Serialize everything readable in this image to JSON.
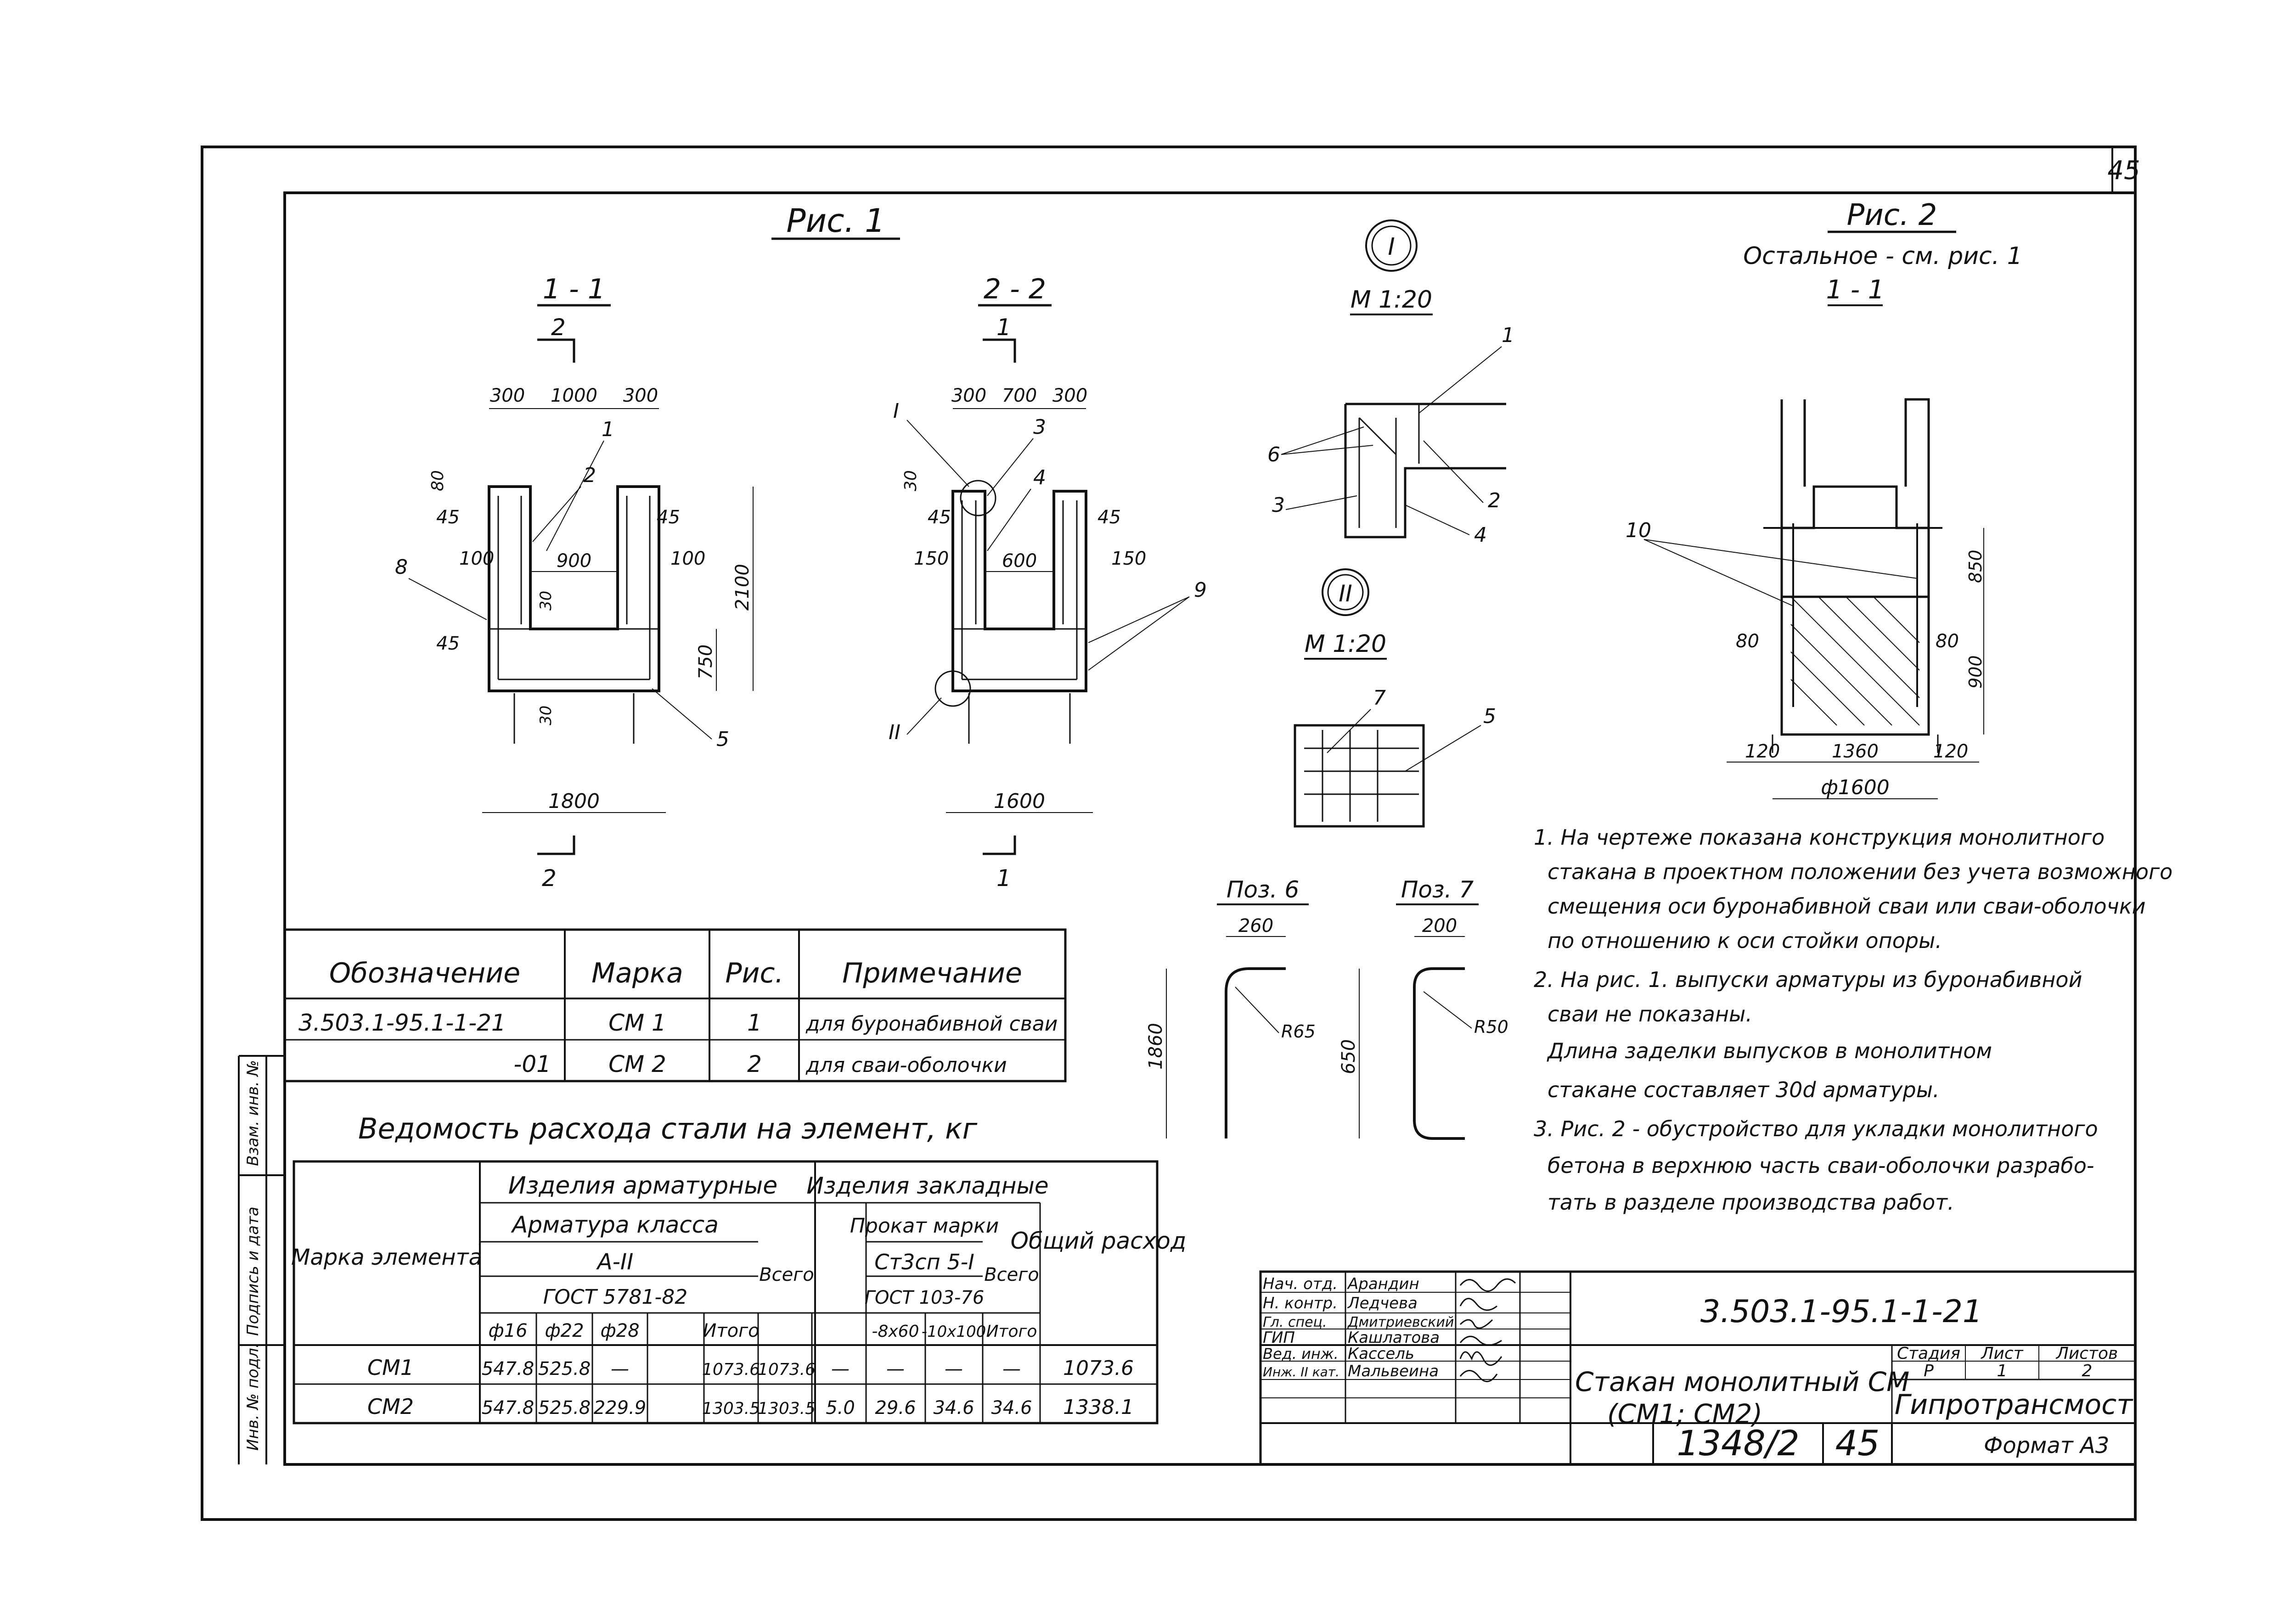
{
  "sheet": {
    "corner_number": "45",
    "sheet_number": "45",
    "album_number": "1348/2",
    "format": "Формат А3"
  },
  "fig1": {
    "title": "Рис. 1",
    "s11": {
      "label": "1 - 1",
      "cut_mark": "2",
      "dims_top": [
        "300",
        "1000",
        "300"
      ],
      "dims_left": [
        "80",
        "45",
        "100",
        "45"
      ],
      "dims_inner": [
        "900",
        "30",
        "30"
      ],
      "dims_right": [
        "45",
        "100",
        "2100",
        "750"
      ],
      "width": "1800",
      "callouts": [
        "1",
        "2",
        "8",
        "5"
      ]
    },
    "s22": {
      "label": "2 - 2",
      "cut_mark": "1",
      "dims_top": [
        "300",
        "700",
        "300"
      ],
      "dims_left": [
        "30",
        "45",
        "150"
      ],
      "dims_inner": [
        "600"
      ],
      "dims_right": [
        "45",
        "150"
      ],
      "width": "1600",
      "callouts": [
        "I",
        "3",
        "4",
        "9",
        "II"
      ]
    }
  },
  "detail1": {
    "marker": "I",
    "scale": "М 1:20",
    "callouts": [
      "1",
      "6",
      "2",
      "3",
      "4"
    ]
  },
  "detail2": {
    "marker": "II",
    "scale": "М 1:20",
    "callouts": [
      "7",
      "5"
    ]
  },
  "fig2": {
    "title": "Рис. 2",
    "subtitle": "Остальное - см. рис. 1",
    "section": "1 - 1",
    "callout": "10",
    "dims": [
      "850",
      "900",
      "80",
      "80",
      "120",
      "1360",
      "120",
      "ф1600"
    ]
  },
  "pos6": {
    "label": "Поз. 6",
    "width": "260",
    "height": "1860",
    "radius": "R65"
  },
  "pos7": {
    "label": "Поз. 7",
    "width": "200",
    "height": "650",
    "radius": "R50"
  },
  "notes": [
    "1. На чертеже показана конструкция монолитного",
    "стакана в проектном положении без учета возможного",
    "смещения оси буронабивной сваи или сваи-оболочки",
    "по отношению к оси стойки опоры.",
    "2. На рис. 1. выпуски арматуры из буронабивной",
    "сваи не показаны.",
    "Длина заделки выпусков в монолитном",
    "стакане составляет 30d арматуры.",
    "3. Рис. 2 - обустройство для укладки монолитного",
    "бетона в верхнюю часть сваи-оболочки разрабо-",
    "тать в разделе производства работ."
  ],
  "spec_table": {
    "headers": [
      "Обозначение",
      "Марка",
      "Рис.",
      "Примечание"
    ],
    "rows": [
      [
        "3.503.1-95.1-1-21",
        "СМ 1",
        "1",
        "для буронабивной сваи"
      ],
      [
        "-01",
        "СМ 2",
        "2",
        "для сваи-оболочки"
      ]
    ]
  },
  "steel_table": {
    "title": "Ведомость расхода стали на элемент, кг",
    "h_mark": "Марка элемента",
    "h_rebar_group": "Изделия арматурные",
    "h_rebar_class": "Арматура класса",
    "h_class": "А-II",
    "h_gost1": "ГОСТ 5781-82",
    "h_embed_group": "Изделия закладные",
    "h_profile": "Прокат марки",
    "h_steel": "Ст3сп 5-I",
    "h_gost2": "ГОСТ 103-76",
    "h_total_all": "Общий расход",
    "h_vsego": "Всего",
    "h_vsego2": "Всего",
    "cols": [
      "ф16",
      "ф22",
      "ф28",
      "",
      "Итого",
      "-8х60",
      "-10х100",
      "Итого"
    ],
    "rows": [
      [
        "СМ1",
        "547.8",
        "525.8",
        "—",
        "",
        "1073.6",
        "1073.6",
        "—",
        "—",
        "—",
        "—",
        "1073.6"
      ],
      [
        "СМ2",
        "547.8",
        "525.8",
        "229.9",
        "",
        "1303.5",
        "1303.5",
        "5.0",
        "29.6",
        "34.6",
        "34.6",
        "1338.1"
      ]
    ]
  },
  "side_stamp": [
    "Инв. № подл.",
    "Подпись и дата",
    "Взам. инв. №"
  ],
  "title_block": {
    "code": "3.503.1-95.1-1-21",
    "name_line1": "Стакан монолитный СМ",
    "name_line2": "(СМ1; СМ2)",
    "stage_h": "Стадия",
    "sheet_h": "Лист",
    "sheets_h": "Листов",
    "stage": "Р",
    "sheet": "1",
    "sheets": "2",
    "org": "Гипротрансмост",
    "staff": [
      [
        "Нач. отд.",
        "Арандин"
      ],
      [
        "Н. контр.",
        "Ледчева"
      ],
      [
        "Гл. спец.",
        "Дмитриевский"
      ],
      [
        "ГИП",
        "Кашлатова"
      ],
      [
        "Вед. инж.",
        "Кассель"
      ],
      [
        "Инж. II кат.",
        "Мальвеина"
      ]
    ]
  }
}
